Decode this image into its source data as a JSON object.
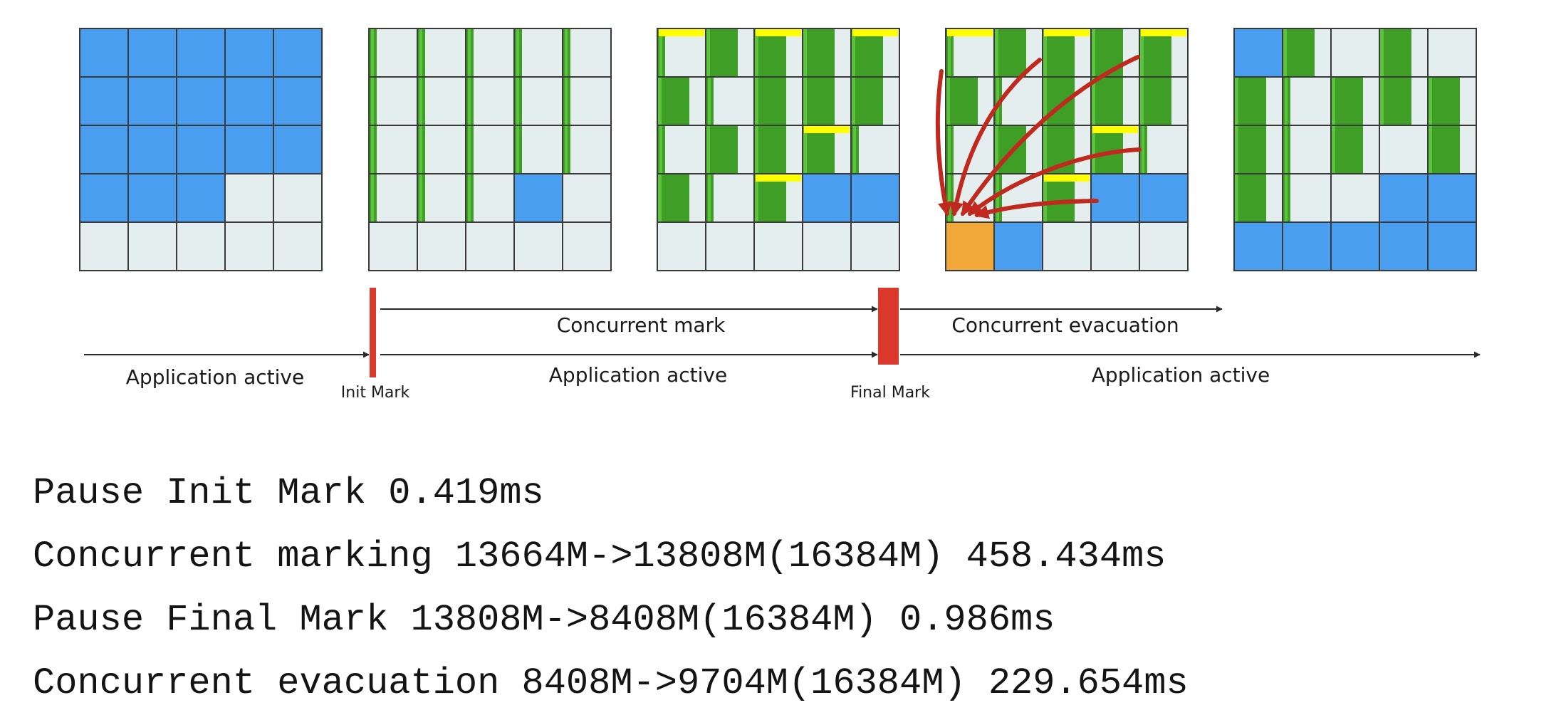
{
  "colors": {
    "live": "#4a9ef0",
    "free": "#e4eeee",
    "marked": "#3e9e26",
    "mark_head": "#5cc43c",
    "update_ref": "#ffff00",
    "evac_target": "#f3a93a",
    "pause": "#d9382a",
    "evac_arrow": "#c0291d",
    "grid_line": "#3a3a3a"
  },
  "heaps": [
    {
      "cells": [
        "L",
        "L",
        "L",
        "L",
        "L",
        "L",
        "L",
        "L",
        "L",
        "L",
        "L",
        "L",
        "L",
        "L",
        "L",
        "L",
        "L",
        "L",
        "F",
        "F",
        "F",
        "F",
        "F",
        "F",
        "F"
      ]
    },
    {
      "cells": [
        "M1",
        "M1",
        "M1",
        "M1",
        "M1",
        "M1",
        "M1",
        "M1",
        "M1",
        "M1",
        "M1",
        "M1",
        "M1",
        "M1",
        "M1",
        "M1",
        "M1",
        "M1",
        "L",
        "F",
        "F",
        "F",
        "F",
        "F",
        "F"
      ]
    },
    {
      "cells": [
        "MY1",
        "M",
        "MY",
        "M",
        "MY",
        "M",
        "M1",
        "M",
        "M",
        "M",
        "M1",
        "M",
        "M",
        "MY",
        "M1",
        "M",
        "M1",
        "MY",
        "L",
        "L",
        "F",
        "F",
        "F",
        "F",
        "F"
      ]
    },
    {
      "cells": [
        "MY1",
        "M",
        "MY",
        "M",
        "MY",
        "M",
        "M1",
        "M",
        "M",
        "M",
        "M1",
        "M",
        "M",
        "MY",
        "M1",
        "M1",
        "M1",
        "MY",
        "L",
        "L",
        "O",
        "L",
        "F",
        "F",
        "F"
      ]
    },
    {
      "cells": [
        "L",
        "M",
        "F",
        "M",
        "F",
        "M",
        "M1",
        "M",
        "M",
        "M",
        "M",
        "M1",
        "M",
        "F",
        "M",
        "M",
        "M1",
        "F",
        "L",
        "L",
        "L",
        "L",
        "L",
        "L",
        "L"
      ]
    }
  ],
  "phases": {
    "concurrent_mark": "Concurrent mark",
    "concurrent_evacuation": "Concurrent evacuation",
    "app_active_1": "Application active",
    "app_active_2": "Application active",
    "app_active_3": "Application active",
    "init_mark": "Init Mark",
    "final_mark": "Final Mark"
  },
  "log": [
    "Pause Init Mark 0.419ms",
    "Concurrent marking 13664M->13808M(16384M) 458.434ms",
    "Pause Final Mark 13808M->8408M(16384M) 0.986ms",
    "Concurrent evacuation 8408M->9704M(16384M) 229.654ms"
  ]
}
